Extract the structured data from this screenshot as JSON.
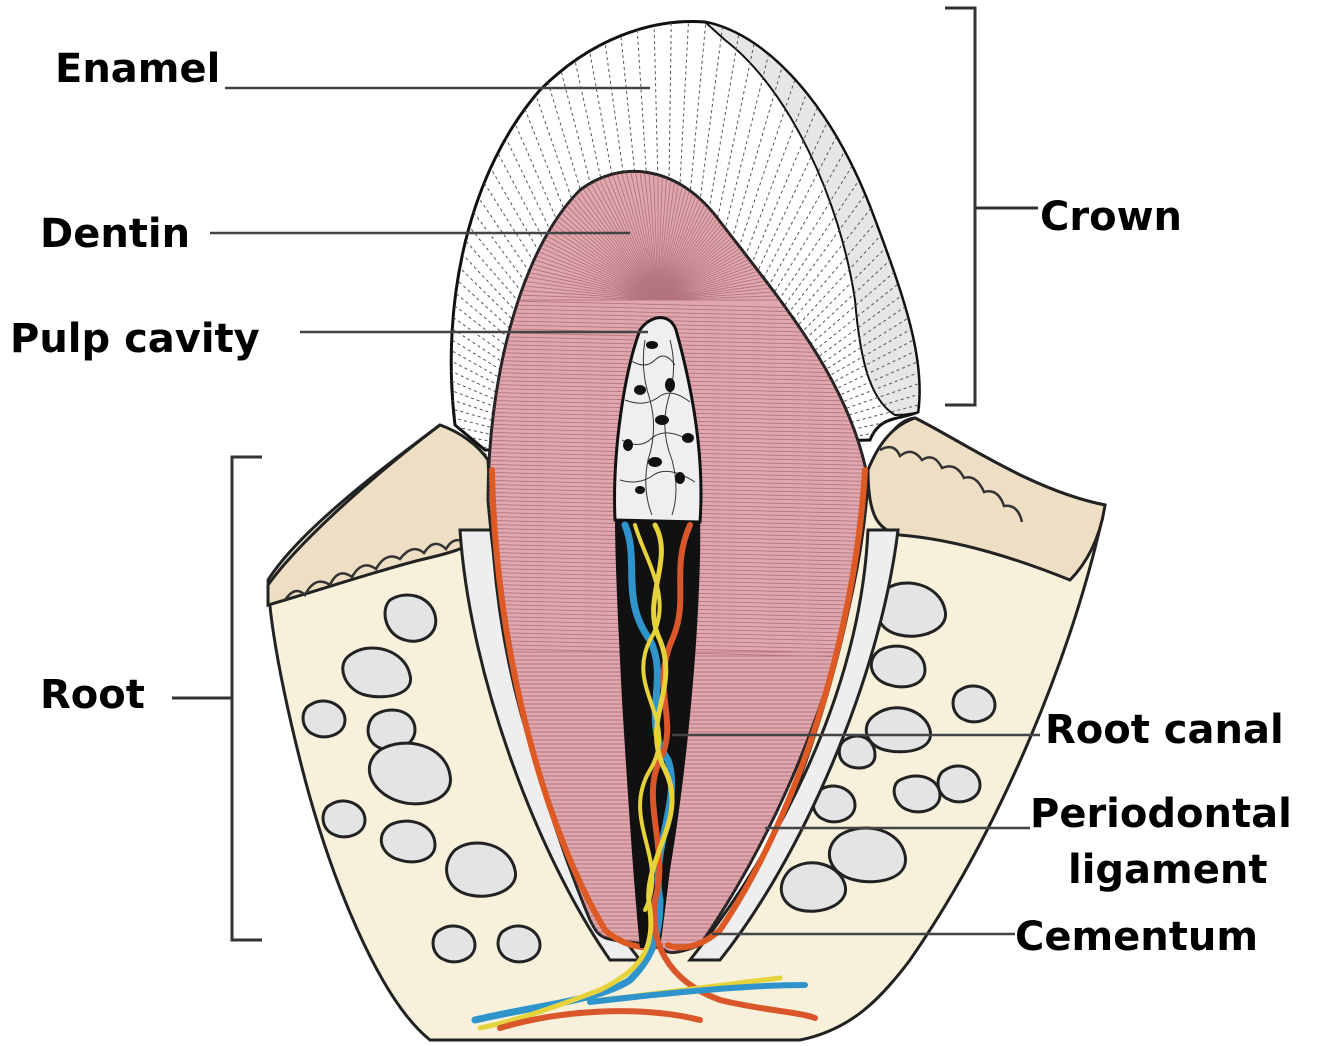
{
  "labels": {
    "enamel": "Enamel",
    "dentin": "Dentin",
    "pulp_cavity": "Pulp cavity",
    "crown": "Crown",
    "root": "Root",
    "root_canal": "Root canal",
    "periodontal_ligament_line1": "Periodontal",
    "periodontal_ligament_line2": "ligament",
    "cementum": "Cementum"
  },
  "colors": {
    "enamel": "#ffffff",
    "dentin": "#e0a7af",
    "pulp": "#efefef",
    "root_canal": "#111111",
    "gum": "#eedfc4",
    "bone": "#f7f1db",
    "bone_holes": "#e4e4e4",
    "cementum": "#dd5a24",
    "periodontal_ligament": "#eeeeee",
    "nerve": "#e6d33c",
    "vein": "#2f93cc",
    "artery": "#d9572a"
  }
}
